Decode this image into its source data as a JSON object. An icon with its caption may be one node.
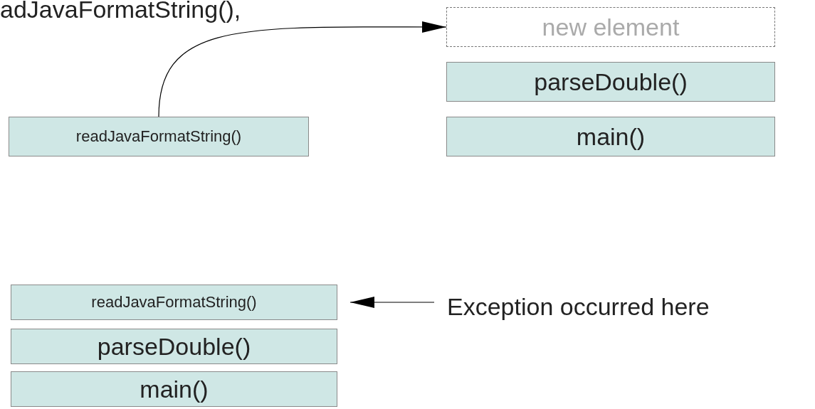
{
  "diagram": {
    "nodes": [
      {
        "text": [
          "new element"
        ]
      },
      {
        "text": [
          "parseDouble()"
        ]
      },
      {
        "text": [
          "main()"
        ]
      },
      {
        "text": [
          "readJavaFormatString()"
        ]
      },
      {
        "text": [
          "readJavaFormatString()"
        ]
      },
      {
        "text": [
          "parseDouble()"
        ]
      },
      {
        "text": [
          "main()"
        ]
      },
      {
        "text": [
          "Exception occurred here"
        ]
      }
    ],
    "edges": [
      {
        "from": 3,
        "to": 0,
        "arrow": "to"
      },
      {
        "from": 7,
        "to": 4,
        "arrow": "to"
      }
    ],
    "labels": [
      "adJavaFormatString(),"
    ]
  }
}
